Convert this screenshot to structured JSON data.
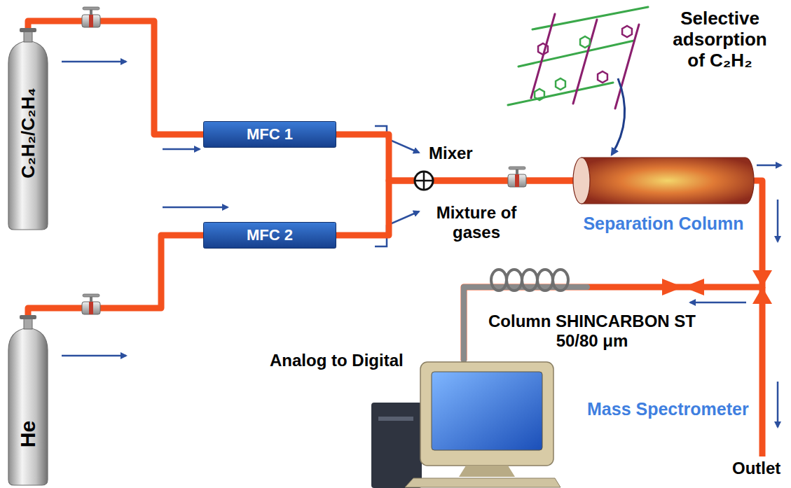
{
  "diagram": {
    "nodes": [
      {
        "text": [
          "C₂H₂/C₂H₄"
        ]
      },
      {
        "text": [
          "He"
        ]
      },
      {
        "text": [
          "MFC 1"
        ]
      },
      {
        "text": [
          "MFC 2"
        ]
      },
      {
        "text": [
          "Separation Column"
        ]
      },
      {
        "text": [
          "Analog to Digital",
          "Mass Spectrometer"
        ]
      }
    ],
    "edges": [
      {
        "from": 0,
        "to": 2,
        "arrow": "none"
      },
      {
        "from": 1,
        "to": 3,
        "arrow": "none"
      },
      {
        "from": 2,
        "to": 4,
        "arrow": "none"
      },
      {
        "from": 3,
        "to": 4,
        "arrow": "none"
      },
      {
        "from": 4,
        "to": 5,
        "arrow": "none"
      }
    ],
    "labels": [
      "Mixer",
      "Mixture of gases",
      "Selective adsorption of C₂H₂",
      "Column SHINCARBON ST 50/80 μm",
      "Outlet"
    ]
  }
}
